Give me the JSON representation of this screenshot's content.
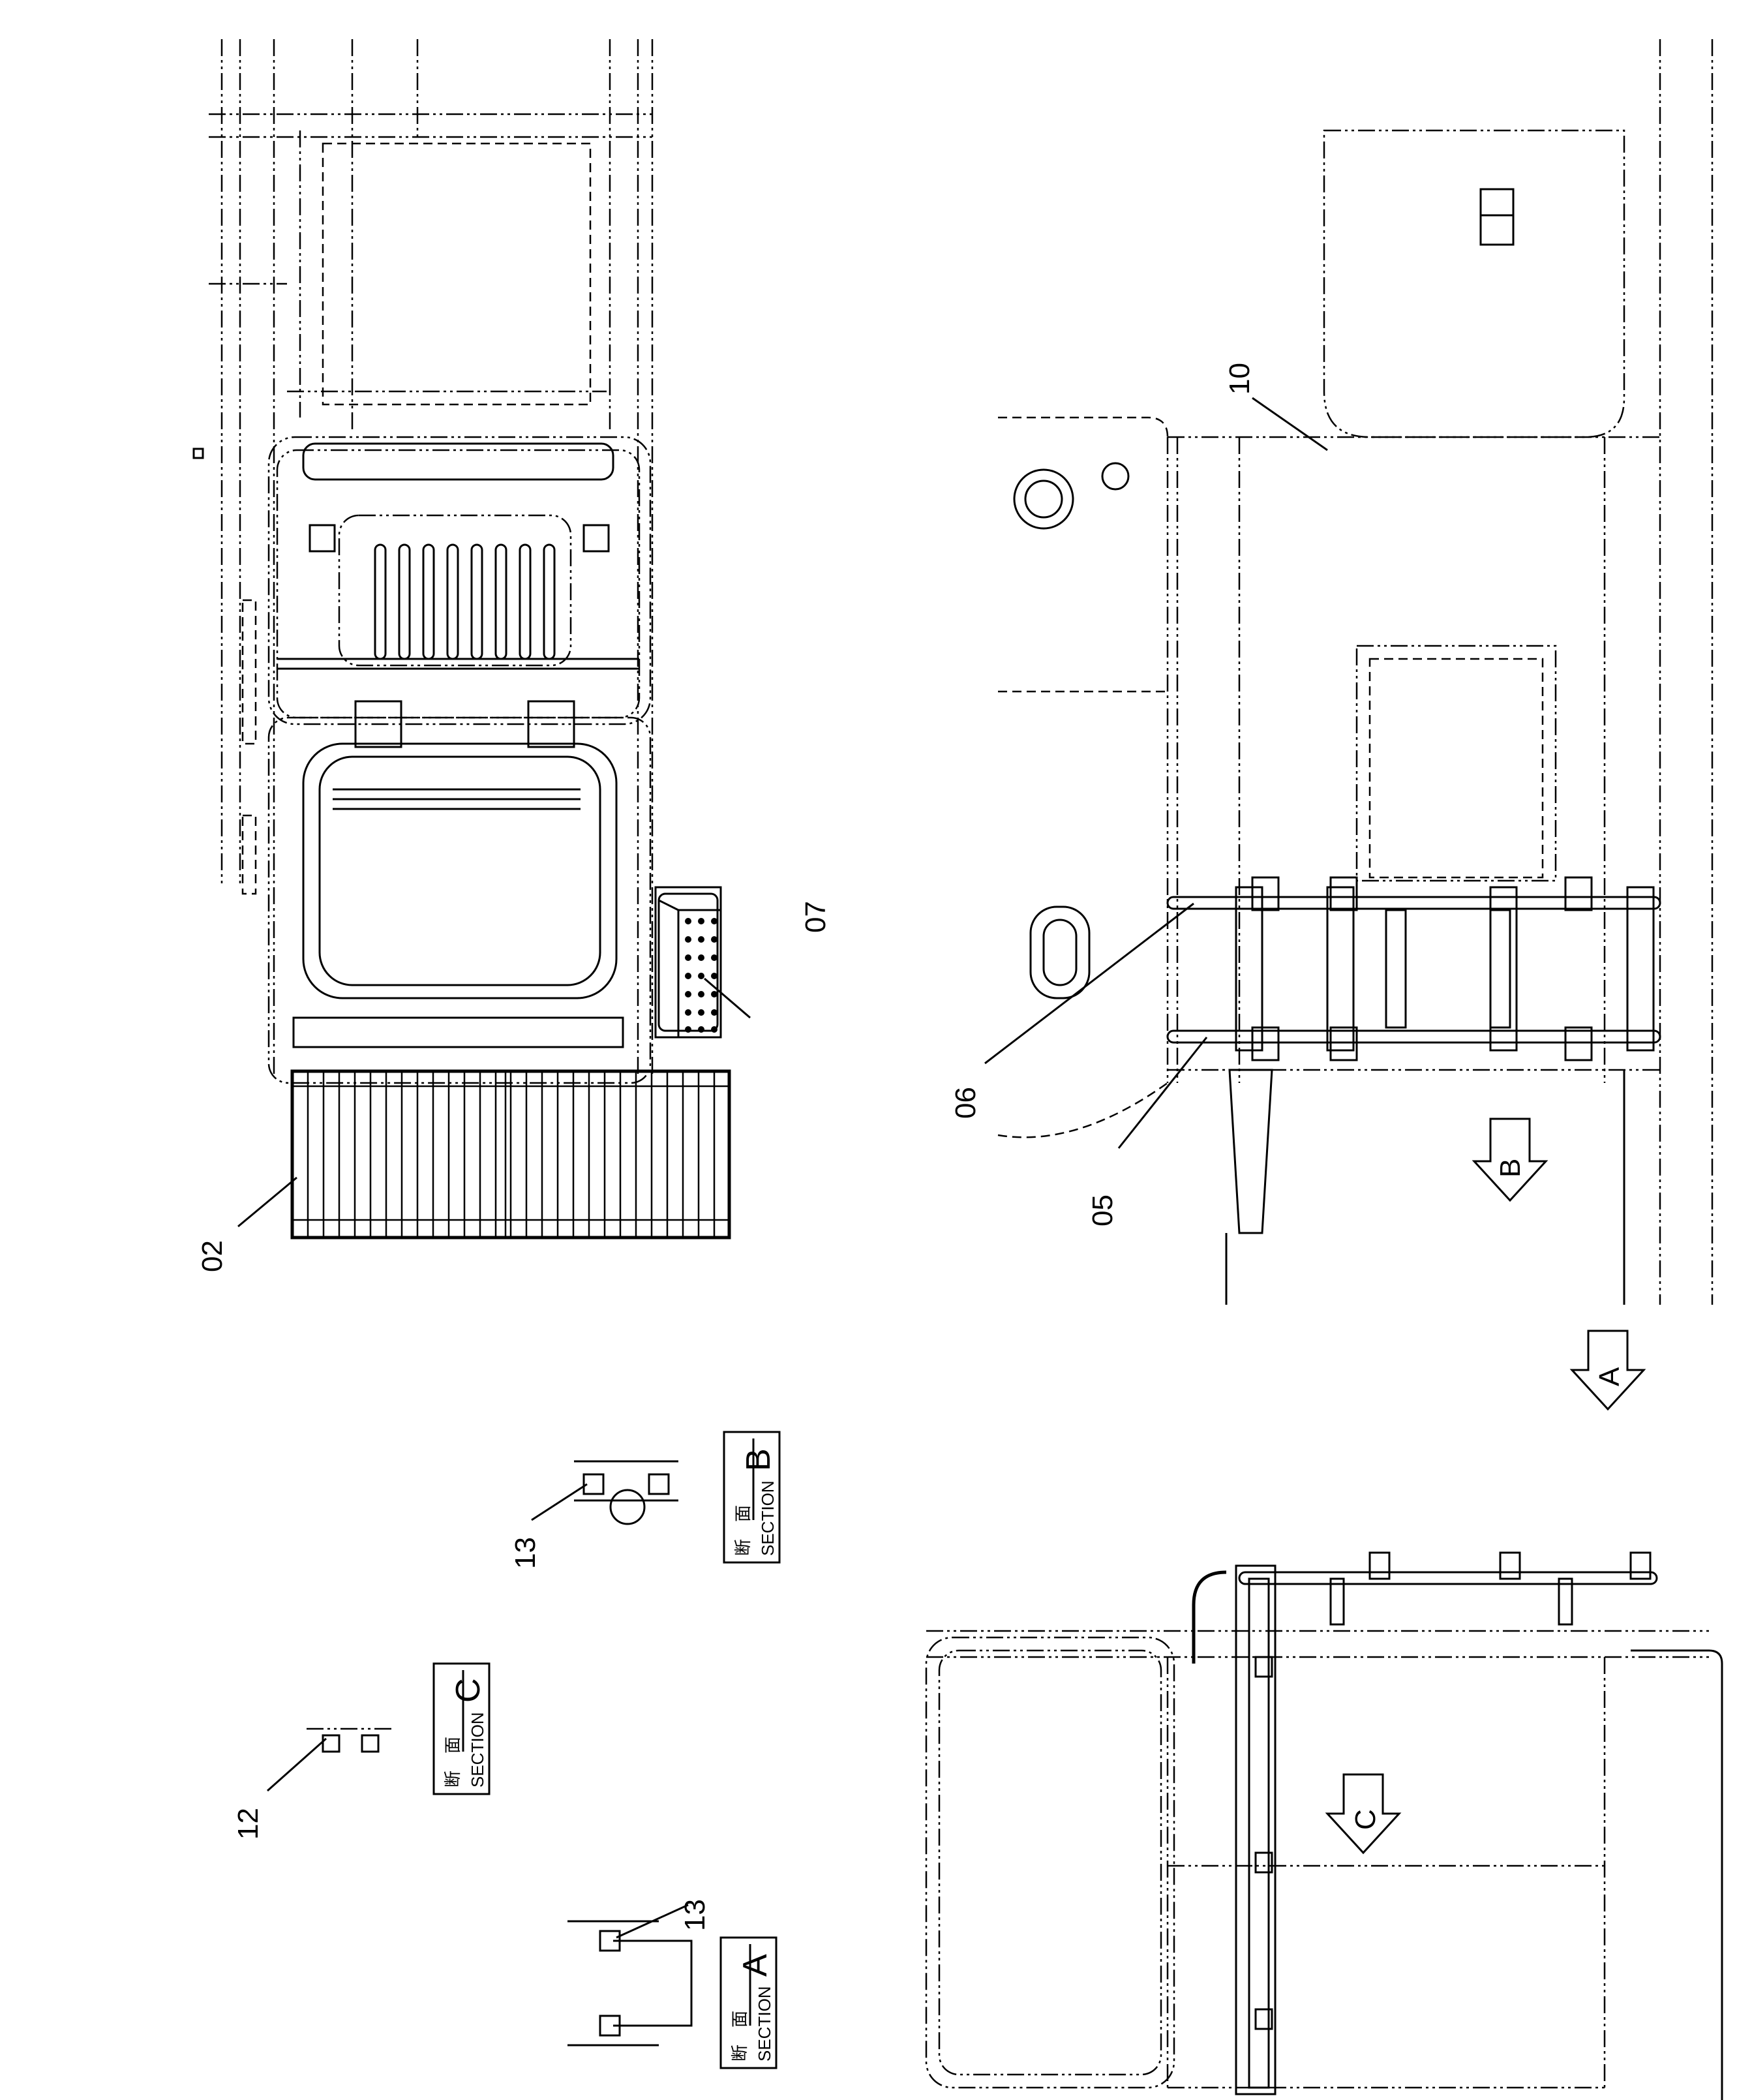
{
  "callouts": {
    "p02": "02",
    "p05": "05",
    "p06": "06",
    "p07": "07",
    "p10": "10",
    "p12": "12",
    "p13a": "13",
    "p13b": "13"
  },
  "section_arrows": {
    "a": "A",
    "b": "B",
    "c": "C"
  },
  "sections": {
    "a": {
      "kanji": "断　面",
      "english": "SECTION",
      "letter": "A"
    },
    "b": {
      "kanji": "断　面",
      "english": "SECTION",
      "letter": "B"
    },
    "c": {
      "kanji": "断　面",
      "english": "SECTION",
      "letter": "C"
    }
  }
}
